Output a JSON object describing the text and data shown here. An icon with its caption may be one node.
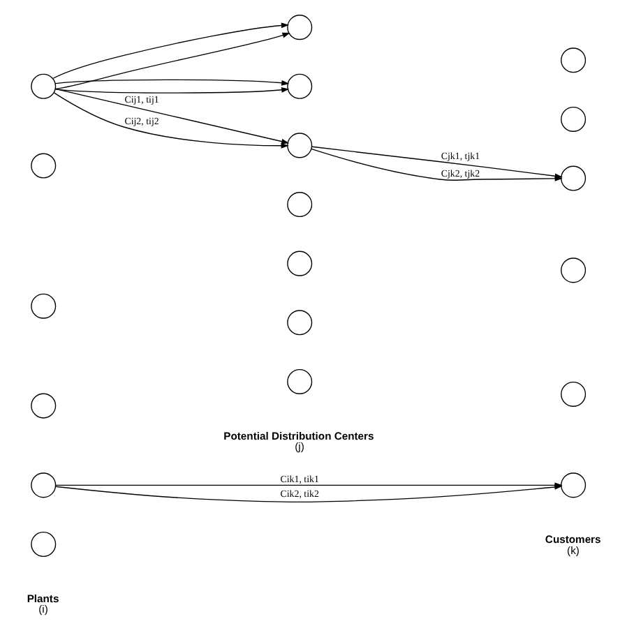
{
  "diagram": {
    "nodes": [
      {
        "text": [],
        "shape": "circle"
      },
      {
        "text": [],
        "shape": "circle"
      },
      {
        "text": [],
        "shape": "circle"
      },
      {
        "text": [],
        "shape": "circle"
      },
      {
        "text": [],
        "shape": "circle"
      },
      {
        "text": [],
        "shape": "circle"
      },
      {
        "text": [],
        "shape": "circle"
      },
      {
        "text": [],
        "shape": "circle"
      },
      {
        "text": [],
        "shape": "circle"
      },
      {
        "text": [],
        "shape": "circle"
      },
      {
        "text": [],
        "shape": "circle"
      },
      {
        "text": [],
        "shape": "circle"
      },
      {
        "text": [],
        "shape": "circle"
      },
      {
        "text": [],
        "shape": "circle"
      },
      {
        "text": [],
        "shape": "circle"
      },
      {
        "text": [],
        "shape": "circle"
      },
      {
        "text": [],
        "shape": "circle"
      },
      {
        "text": [],
        "shape": "circle"
      },
      {
        "text": [],
        "shape": "circle"
      }
    ],
    "edges": [
      {
        "from": 0,
        "to": 6,
        "arrow": "to"
      },
      {
        "from": 0,
        "to": 6,
        "arrow": "to"
      },
      {
        "from": 0,
        "to": 7,
        "arrow": "to"
      },
      {
        "from": 0,
        "to": 7,
        "arrow": "to"
      },
      {
        "from": 0,
        "to": 8,
        "arrow": "to",
        "label": "Cij1, tij1"
      },
      {
        "from": 0,
        "to": 8,
        "arrow": "to",
        "label": "Cij2, tij2"
      },
      {
        "from": 8,
        "to": 15,
        "arrow": "to",
        "label": "Cjk1, tjk1"
      },
      {
        "from": 8,
        "to": 15,
        "arrow": "to",
        "label": "Cjk2, tjk2"
      },
      {
        "from": 4,
        "to": 18,
        "arrow": "to",
        "label": "Cik1, tik1"
      },
      {
        "from": 4,
        "to": 18,
        "arrow": "to",
        "label": "Cik2, tik2"
      }
    ],
    "labels": [
      "Plants",
      "(i)",
      "Potential Distribution Centers",
      "(j)",
      "Customers",
      "(k)"
    ]
  }
}
